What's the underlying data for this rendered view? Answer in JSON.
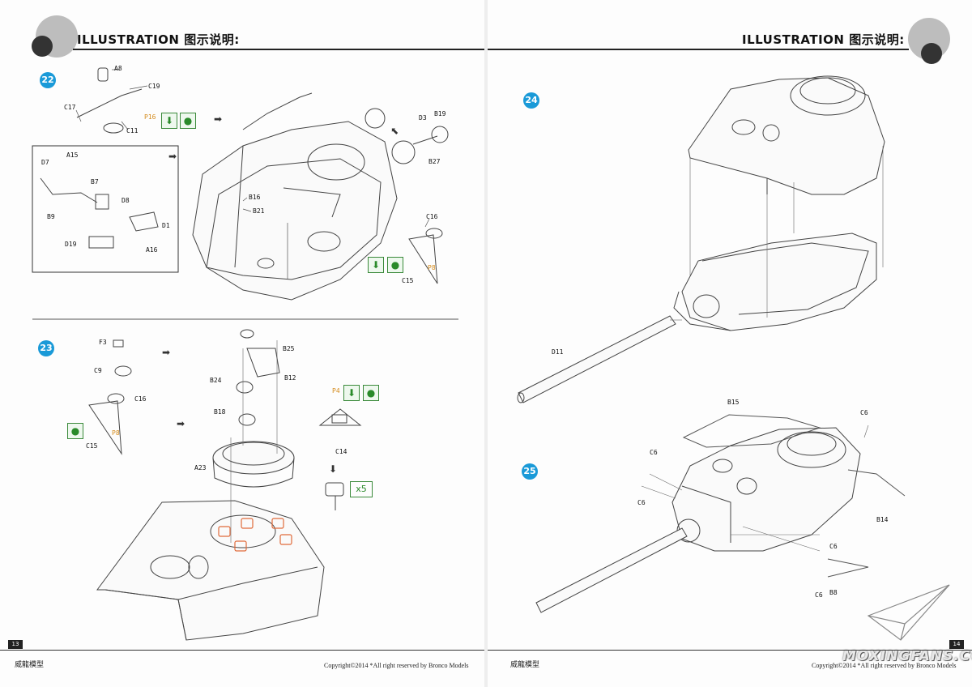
{
  "header": {
    "title": "ILLUSTRATION 图示说明:"
  },
  "left_page": {
    "page_number": "13",
    "footer_brand": "威龍模型",
    "footer_copyright": "Copyright©2014  *All right reserved by Bronco Models",
    "steps": [
      {
        "number": "22",
        "parts": [
          "A8",
          "C19",
          "C17",
          "P16",
          "C11",
          "D3",
          "B19",
          "B27",
          "D7",
          "A15",
          "B7",
          "D8",
          "B9",
          "D1",
          "D19",
          "A16",
          "B16",
          "B21",
          "C16",
          "P8",
          "C15"
        ]
      },
      {
        "number": "23",
        "parts": [
          "F3",
          "C9",
          "C16",
          "P8",
          "C15",
          "B25",
          "B12",
          "B24",
          "B18",
          "A23",
          "P4",
          "C14"
        ],
        "quantity": "x5"
      }
    ]
  },
  "right_page": {
    "page_number": "14",
    "footer_brand": "威龍模型",
    "footer_copyright": "Copyright©2014  *All right reserved by Bronco Models",
    "steps": [
      {
        "number": "24",
        "parts": [
          "D11"
        ]
      },
      {
        "number": "25",
        "parts": [
          "B15",
          "C6",
          "C6",
          "C6",
          "B14",
          "C6",
          "C6",
          "B8"
        ]
      }
    ],
    "watermark": "MOXINGFANS.COM"
  },
  "icons": {
    "glue": "glue-drop-icon",
    "cement": "cement-arrow-icon",
    "step_arrow": "step-arrow-icon"
  }
}
